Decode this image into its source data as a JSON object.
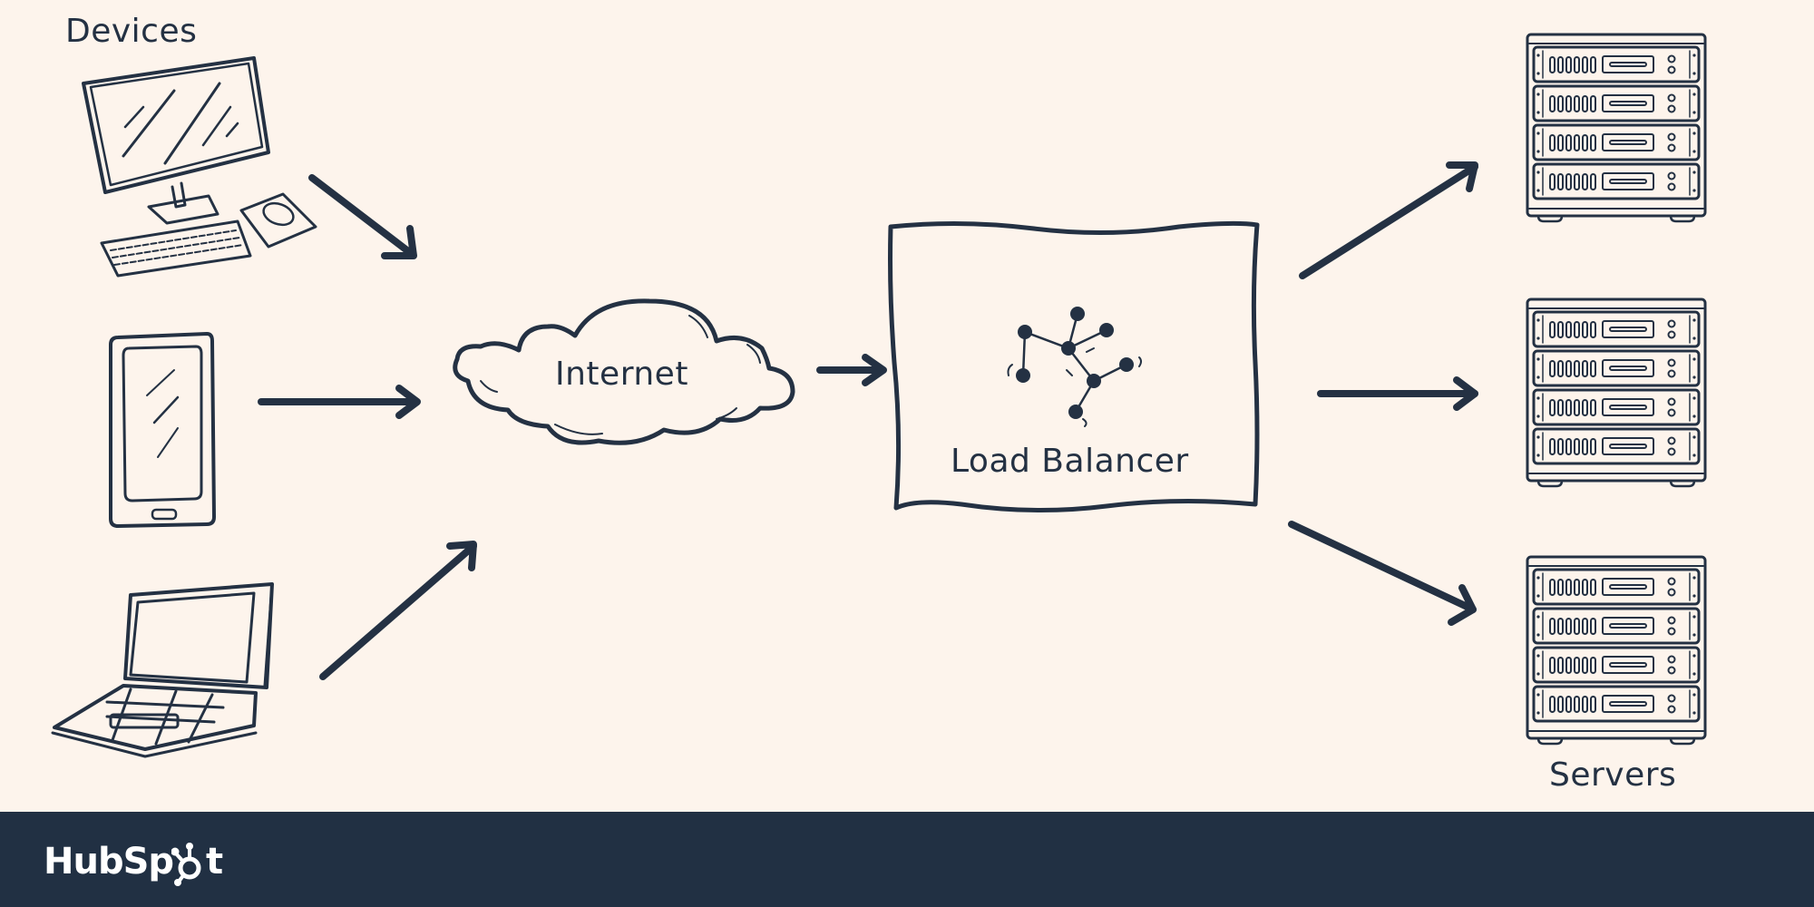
{
  "diagram": {
    "title": "Load Balancer Architecture",
    "nodes": {
      "devices": {
        "label": "Devices",
        "items": [
          "desktop-computer",
          "smartphone",
          "laptop"
        ]
      },
      "internet": {
        "label": "Internet"
      },
      "load_balancer": {
        "label": "Load Balancer"
      },
      "servers": {
        "label": "Servers",
        "count": 3
      }
    },
    "edges": [
      {
        "from": "desktop-computer",
        "to": "internet"
      },
      {
        "from": "smartphone",
        "to": "internet"
      },
      {
        "from": "laptop",
        "to": "internet"
      },
      {
        "from": "internet",
        "to": "load_balancer"
      },
      {
        "from": "load_balancer",
        "to": "server-1"
      },
      {
        "from": "load_balancer",
        "to": "server-2"
      },
      {
        "from": "load_balancer",
        "to": "server-3"
      }
    ]
  },
  "footer": {
    "brand": "HubSpot",
    "brand_part1": "HubSp",
    "brand_part2": "t"
  },
  "colors": {
    "background": "#fdf4ec",
    "ink": "#243143",
    "footer": "#213043",
    "logo": "#ffffff"
  }
}
